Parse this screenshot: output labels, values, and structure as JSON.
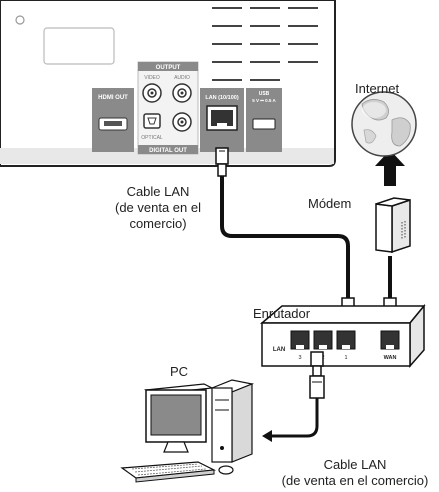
{
  "player_panel": {
    "output_header": "OUTPUT",
    "video_label": "VIDEO",
    "audio_label": "AUDIO",
    "hdmi_label": "HDMI OUT",
    "optical_label": "OPTICAL",
    "digital_out_label": "DIGITAL OUT",
    "lan_port_label": "LAN (10/100)",
    "usb_label": "USB",
    "usb_rating": "5 V ⎓ 0.5 A"
  },
  "labels": {
    "internet": "Internet",
    "modem": "Módem",
    "cable_lan_1_line1": "Cable LAN",
    "cable_lan_1_line2": "(de venta en el",
    "cable_lan_1_line3": "comercio)",
    "router": "Enrutador",
    "pc": "PC",
    "cable_lan_2_line1": "Cable LAN",
    "cable_lan_2_line2": "(de venta en el comercio)"
  },
  "router_panel": {
    "lan_label": "LAN",
    "wan_label": "WAN",
    "port_numbers": [
      "3",
      "2",
      "1"
    ]
  }
}
